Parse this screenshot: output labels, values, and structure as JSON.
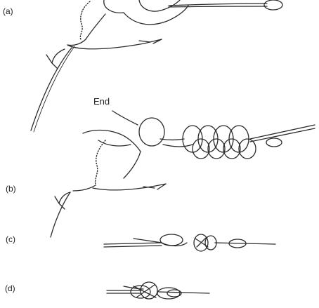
{
  "labels": {
    "a": "(a)",
    "b": "(b)",
    "c": "(c)",
    "d": "(d)",
    "end": "End"
  }
}
